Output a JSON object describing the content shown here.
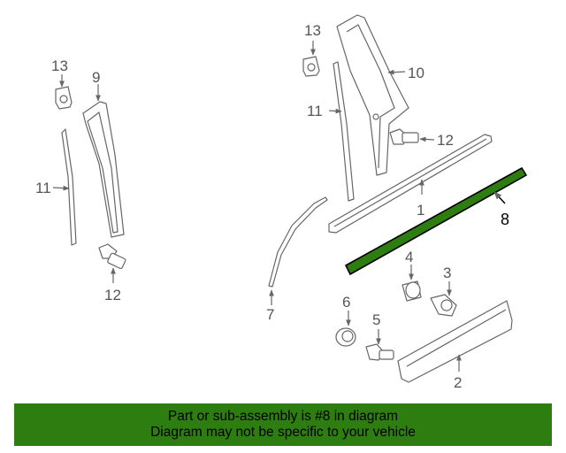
{
  "diagram": {
    "highlight_color": "#2e7d10",
    "labels": {
      "p1": "1",
      "p2": "2",
      "p3": "3",
      "p4": "4",
      "p5": "5",
      "p6": "6",
      "p7": "7",
      "p8": "8",
      "p9": "9",
      "p10": "10",
      "p11_left": "11",
      "p11_right": "11",
      "p12_left": "12",
      "p12_right": "12",
      "p13_left": "13",
      "p13_right": "13"
    }
  },
  "banner": {
    "line1": "Part or sub-assembly is #8 in diagram",
    "line2": "Diagram may not be specific to your vehicle"
  }
}
